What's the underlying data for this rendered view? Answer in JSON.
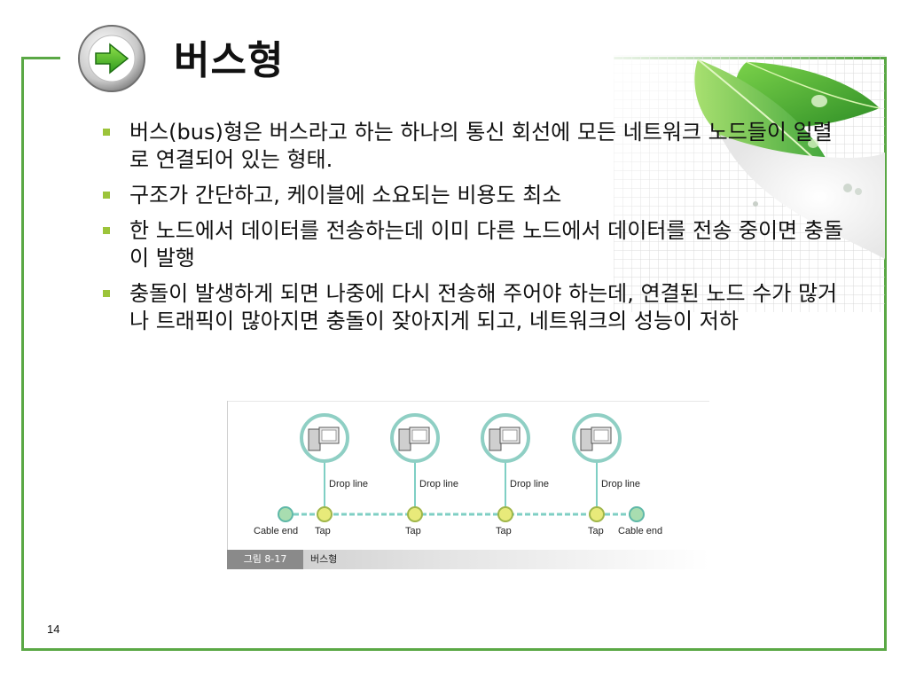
{
  "slide": {
    "title": "버스형",
    "page_number": "14",
    "bullets": [
      "버스(bus)형은 버스라고 하는 하나의 통신 회선에 모든 네트워크 노드들이 일렬로 연결되어 있는 형태.",
      "구조가 간단하고, 케이블에 소요되는 비용도 최소",
      "한 노드에서 데이터를 전송하는데 이미 다른 노드에서 데이터를 전송 중이면 충돌이 발행",
      "충돌이 발생하게 되면 나중에 다시 전송해 주어야 하는데, 연결된 노드 수가 많거나 트래픽이 많아지면 충돌이 잦아지게 되고, 네트워크의 성능이 저하"
    ]
  },
  "figure": {
    "drop_lines": [
      "Drop line",
      "Drop line",
      "Drop line",
      "Drop line"
    ],
    "taps": [
      "Tap",
      "Tap",
      "Tap",
      "Tap"
    ],
    "cable_end_left": "Cable end",
    "cable_end_right": "Cable end",
    "caption_number": "그림 8-17",
    "caption_text": "버스형"
  },
  "colors": {
    "frame": "#5aa845",
    "bullet": "#9cc43a",
    "node_ring": "#8fcfc4",
    "tap_fill": "#e8ea7a",
    "cable": "#7fcfc4"
  },
  "icons": [
    "arrow-right-icon",
    "leaf-icon",
    "computer-icon"
  ]
}
